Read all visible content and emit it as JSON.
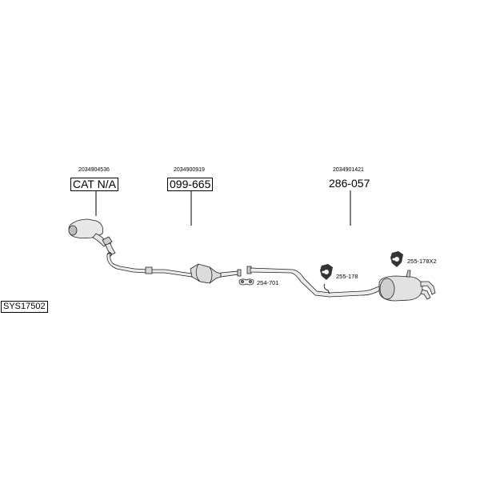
{
  "parts": {
    "cat": {
      "ref": "2034904536",
      "label": "CAT N/A"
    },
    "front_pipe": {
      "ref": "2034900919",
      "label": "099-665"
    },
    "rear_section": {
      "ref": "2034901421",
      "label": "286-057"
    }
  },
  "accessories": {
    "clamp": "254-701",
    "hanger_1": "255-178",
    "hanger_2": "255-178X2"
  },
  "system_code": "SYS17502"
}
